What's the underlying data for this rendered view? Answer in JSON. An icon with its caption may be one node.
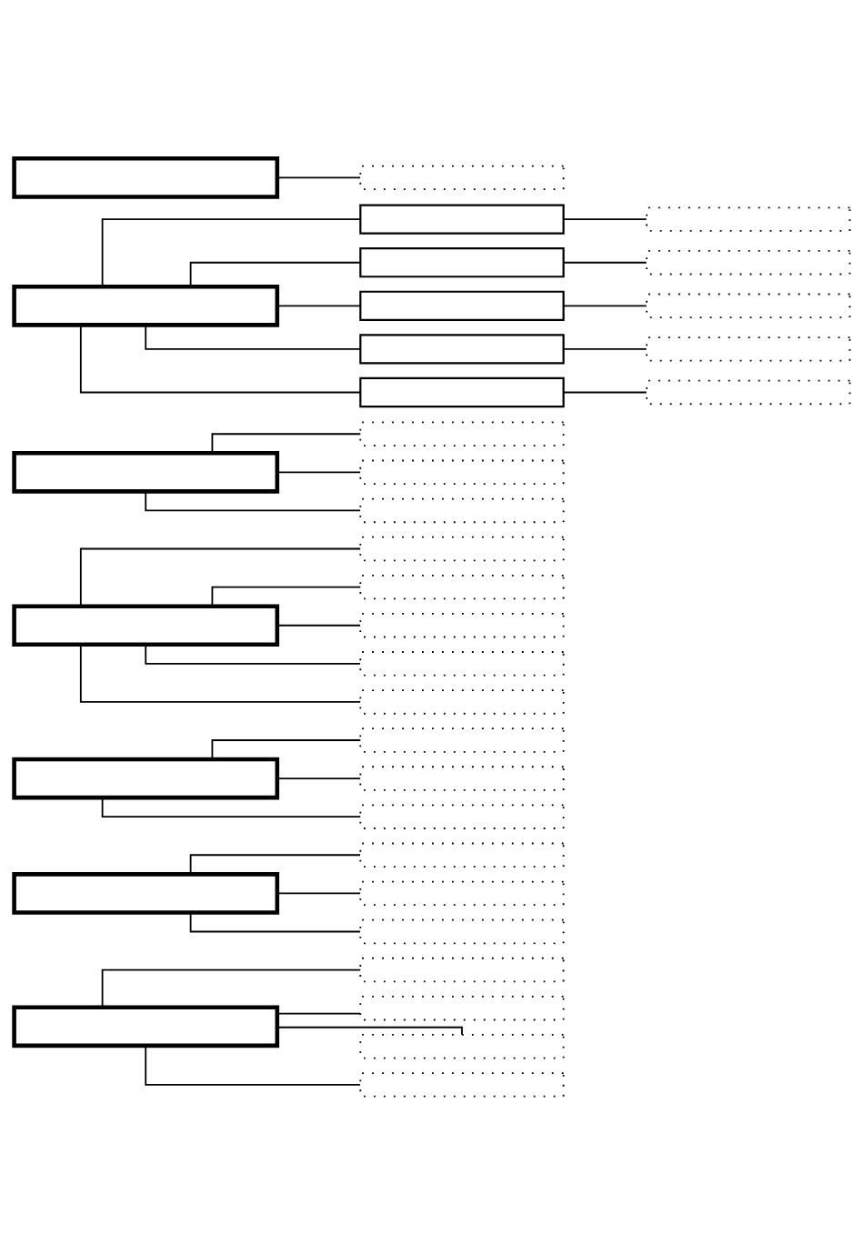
{
  "diagram": {
    "nodes": [
      {
        "text": [],
        "shape": "box"
      },
      {
        "text": [],
        "shape": "box"
      },
      {
        "text": [],
        "shape": "box"
      },
      {
        "text": [],
        "shape": "box"
      },
      {
        "text": [],
        "shape": "box"
      },
      {
        "text": [],
        "shape": "box"
      },
      {
        "text": [],
        "shape": "box"
      },
      {
        "text": [],
        "shape": "box"
      },
      {
        "text": [],
        "shape": "box"
      },
      {
        "text": [],
        "shape": "box"
      },
      {
        "text": [],
        "shape": "box"
      },
      {
        "text": [],
        "shape": "box"
      },
      {
        "text": [],
        "shape": "box"
      },
      {
        "text": [],
        "shape": "box"
      },
      {
        "text": [],
        "shape": "box"
      },
      {
        "text": [],
        "shape": "box"
      },
      {
        "text": [],
        "shape": "box"
      },
      {
        "text": [],
        "shape": "box"
      },
      {
        "text": [],
        "shape": "box"
      },
      {
        "text": [],
        "shape": "box"
      },
      {
        "text": [],
        "shape": "box"
      },
      {
        "text": [],
        "shape": "box"
      },
      {
        "text": [],
        "shape": "box"
      },
      {
        "text": [],
        "shape": "box"
      },
      {
        "text": [],
        "shape": "box"
      },
      {
        "text": [],
        "shape": "box"
      },
      {
        "text": [],
        "shape": "box"
      },
      {
        "text": [],
        "shape": "box"
      },
      {
        "text": [],
        "shape": "box"
      },
      {
        "text": [],
        "shape": "box"
      },
      {
        "text": [],
        "shape": "box"
      },
      {
        "text": [],
        "shape": "box"
      },
      {
        "text": [],
        "shape": "box"
      },
      {
        "text": [],
        "shape": "box"
      },
      {
        "text": [],
        "shape": "box"
      },
      {
        "text": [],
        "shape": "box"
      }
    ],
    "edges": [
      {
        "from": 0,
        "to": 1,
        "arrow": "none"
      },
      {
        "from": 2,
        "to": 3,
        "arrow": "none"
      },
      {
        "from": 2,
        "to": 5,
        "arrow": "none"
      },
      {
        "from": 2,
        "to": 7,
        "arrow": "none"
      },
      {
        "from": 2,
        "to": 9,
        "arrow": "none"
      },
      {
        "from": 2,
        "to": 11,
        "arrow": "none"
      },
      {
        "from": 3,
        "to": 4,
        "arrow": "none"
      },
      {
        "from": 5,
        "to": 6,
        "arrow": "none"
      },
      {
        "from": 7,
        "to": 8,
        "arrow": "none"
      },
      {
        "from": 9,
        "to": 10,
        "arrow": "none"
      },
      {
        "from": 11,
        "to": 12,
        "arrow": "none"
      },
      {
        "from": 13,
        "to": 14,
        "arrow": "none"
      },
      {
        "from": 13,
        "to": 15,
        "arrow": "none"
      },
      {
        "from": 13,
        "to": 16,
        "arrow": "none"
      },
      {
        "from": 17,
        "to": 18,
        "arrow": "none"
      },
      {
        "from": 17,
        "to": 19,
        "arrow": "none"
      },
      {
        "from": 17,
        "to": 20,
        "arrow": "none"
      },
      {
        "from": 17,
        "to": 21,
        "arrow": "none"
      },
      {
        "from": 17,
        "to": 22,
        "arrow": "none"
      },
      {
        "from": 23,
        "to": 24,
        "arrow": "none"
      },
      {
        "from": 23,
        "to": 25,
        "arrow": "none"
      },
      {
        "from": 23,
        "to": 26,
        "arrow": "none"
      },
      {
        "from": 27,
        "to": 28,
        "arrow": "none"
      },
      {
        "from": 27,
        "to": 29,
        "arrow": "none"
      },
      {
        "from": 27,
        "to": 30,
        "arrow": "none"
      },
      {
        "from": 31,
        "to": 32,
        "arrow": "none"
      },
      {
        "from": 31,
        "to": 33,
        "arrow": "none"
      },
      {
        "from": 31,
        "to": 34,
        "arrow": "none"
      },
      {
        "from": 31,
        "to": 35,
        "arrow": "none"
      }
    ]
  }
}
